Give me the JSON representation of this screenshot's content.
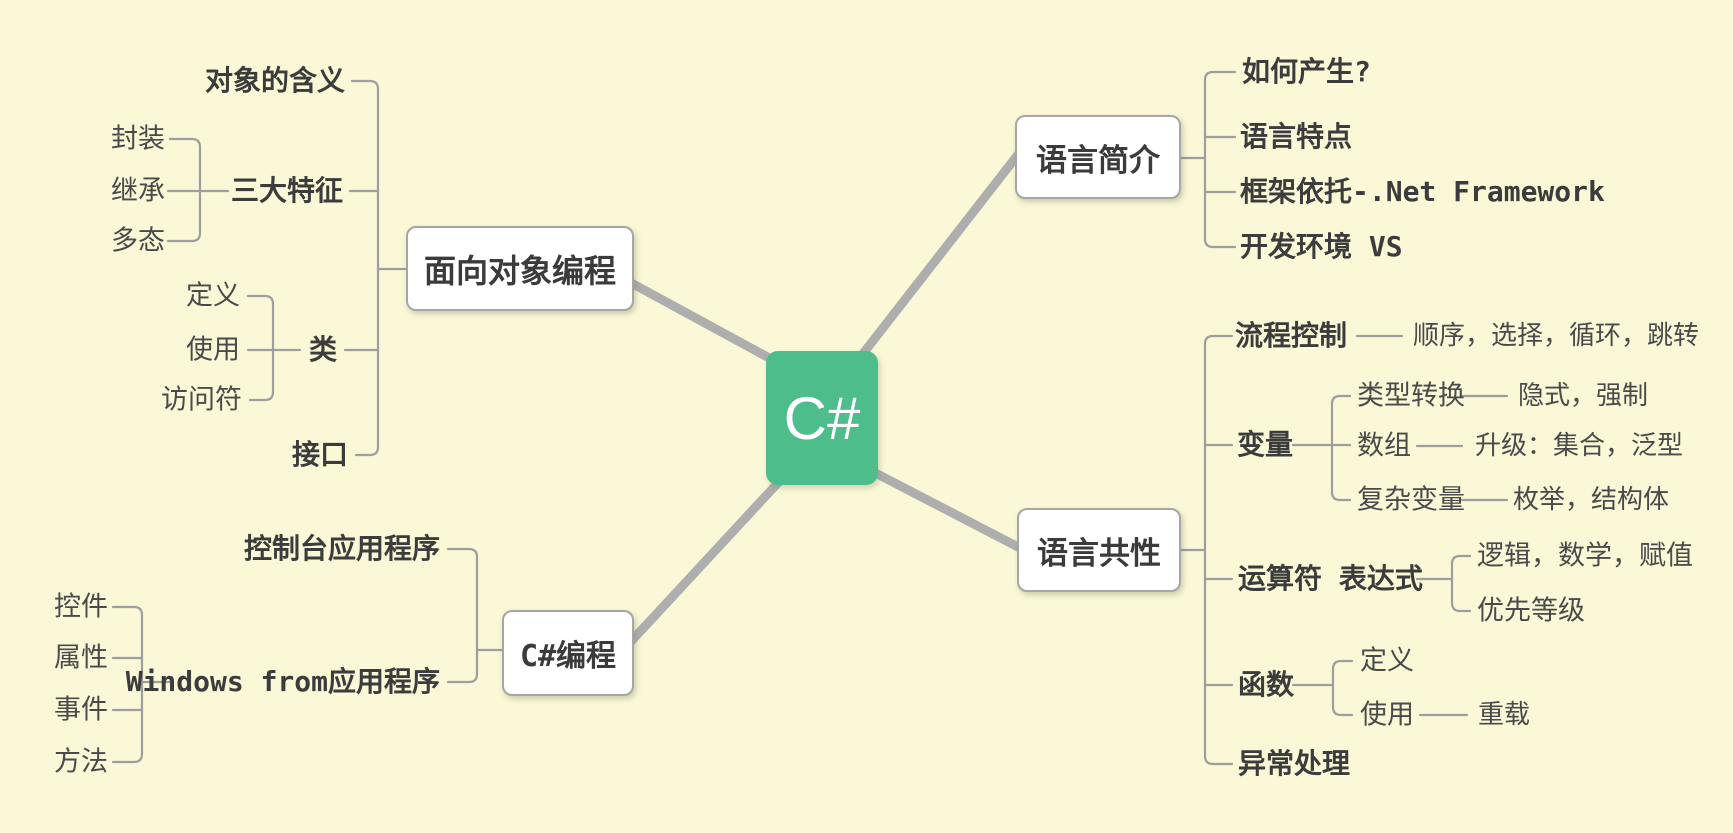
{
  "canvas": {
    "background_color": "#FAF8D7",
    "branch_line_color": "#9E9E9E",
    "trunk_line_color": "#AEAEAE",
    "topic_box_color": "#FFFFFF",
    "topic_text_color": "#3B3B3B"
  },
  "root": {
    "label": "C#",
    "color": "#4DBD8C",
    "text_color": "#FFFFFF"
  },
  "branches": [
    {
      "label": "面向对象编程",
      "children": [
        {
          "label": "对象的含义"
        },
        {
          "label": "三大特征",
          "children": [
            {
              "label": "封装"
            },
            {
              "label": "继承"
            },
            {
              "label": "多态"
            }
          ]
        },
        {
          "label": "类",
          "children": [
            {
              "label": "定义"
            },
            {
              "label": "使用"
            },
            {
              "label": "访问符"
            }
          ]
        },
        {
          "label": "接口"
        }
      ]
    },
    {
      "label": "语言简介",
      "children": [
        {
          "label": "如何产生?"
        },
        {
          "label": "语言特点"
        },
        {
          "label": "框架依托-.Net Framework"
        },
        {
          "label": "开发环境 VS"
        }
      ]
    },
    {
      "label": "C#编程",
      "children": [
        {
          "label": "控制台应用程序"
        },
        {
          "label": "Windows from应用程序",
          "children": [
            {
              "label": "控件"
            },
            {
              "label": "属性"
            },
            {
              "label": "事件"
            },
            {
              "label": "方法"
            }
          ]
        }
      ]
    },
    {
      "label": "语言共性",
      "children": [
        {
          "label": "流程控制",
          "note": "顺序，选择，循环，跳转"
        },
        {
          "label": "变量",
          "children": [
            {
              "label": "类型转换",
              "note": "隐式，强制"
            },
            {
              "label": "数组",
              "note": "升级：集合，泛型"
            },
            {
              "label": "复杂变量",
              "note": "枚举，结构体"
            }
          ]
        },
        {
          "label": "运算符 表达式",
          "children": [
            {
              "label": "逻辑，数学，赋值"
            },
            {
              "label": "优先等级"
            }
          ]
        },
        {
          "label": "函数",
          "children": [
            {
              "label": "定义"
            },
            {
              "label": "使用",
              "note": "重载"
            }
          ]
        },
        {
          "label": "异常处理"
        }
      ]
    }
  ]
}
